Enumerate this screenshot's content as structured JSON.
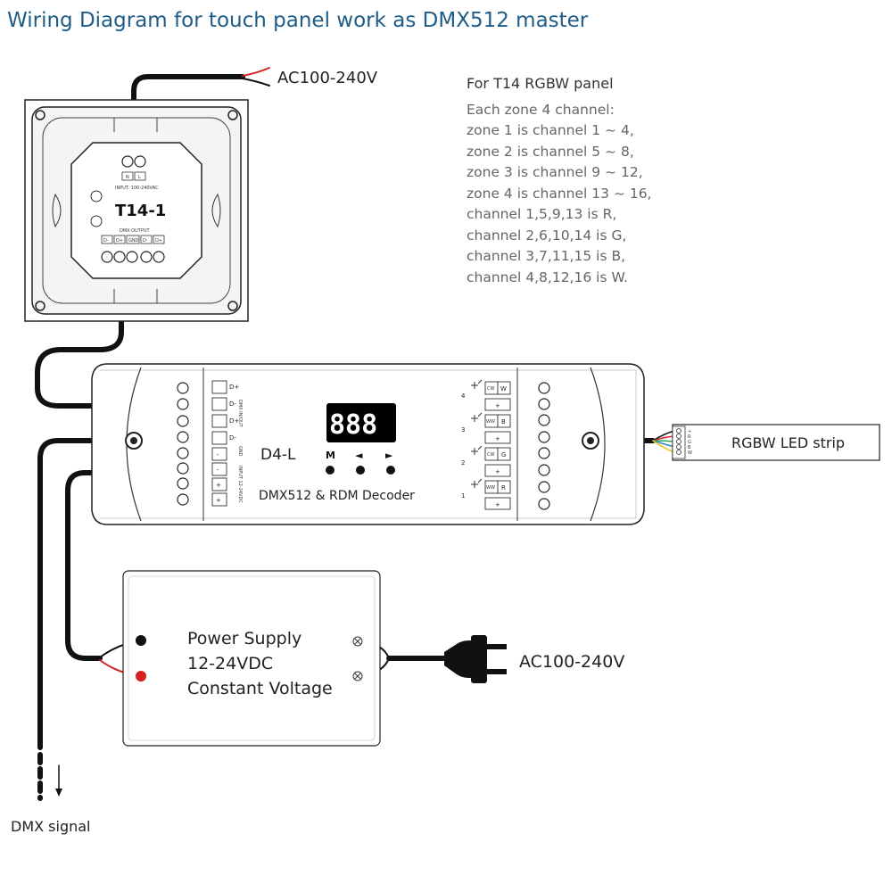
{
  "title": "Wiring Diagram for touch panel work as DMX512 master",
  "notes": {
    "heading": "For T14 RGBW panel",
    "lines": [
      "Each zone 4 channel:",
      "zone 1 is channel 1 ~ 4,",
      "zone 2 is channel 5 ~ 8,",
      "zone 3 is channel 9 ~ 12,",
      "zone 4 is channel 13 ~ 16,",
      "channel 1,5,9,13 is R,",
      "channel 2,6,10,14 is G,",
      "channel 3,7,11,15 is B,",
      "channel 4,8,12,16 is W."
    ]
  },
  "panel": {
    "model": "T14-1",
    "input_label": "INPUT: 100-240VAC",
    "input_terminals": [
      "N",
      "L"
    ],
    "output_label": "DMX OUTPUT",
    "output_terminals": [
      "D-",
      "D+",
      "GND",
      "D-",
      "D+"
    ]
  },
  "ac_top": "AC100-240V",
  "decoder": {
    "model": "D4-L",
    "subtitle": "DMX512 & RDM Decoder",
    "display": "888",
    "buttons": [
      "M",
      "◄",
      "►"
    ],
    "left_terminals": [
      "D+",
      "D-",
      "D+",
      "D-",
      "-",
      "-",
      "+",
      "+"
    ],
    "dmx_label": "DMX IN/OUT",
    "gnd_label": "GND",
    "power_label": "INPUT 12-24VDC",
    "channel_numbers": [
      "4",
      "3",
      "2",
      "1"
    ],
    "channel_tags": [
      "CW",
      "W",
      "WW",
      "B",
      "CW",
      "G",
      "WW",
      "R"
    ],
    "plus_sign": "+"
  },
  "strip": {
    "label": "RGBW LED strip",
    "pins": [
      "+",
      "R",
      "G",
      "B",
      "W"
    ]
  },
  "psu": {
    "lines": [
      "Power Supply",
      "12-24VDC",
      "Constant Voltage"
    ]
  },
  "ac_bottom": "AC100-240V",
  "dmx_signal": "DMX signal",
  "colors": {
    "title": "#1f5c86",
    "wire": "#111111",
    "red": "#d42020",
    "green": "#2ca24a",
    "blue": "#2f86c9",
    "yellow": "#f2c21a"
  }
}
